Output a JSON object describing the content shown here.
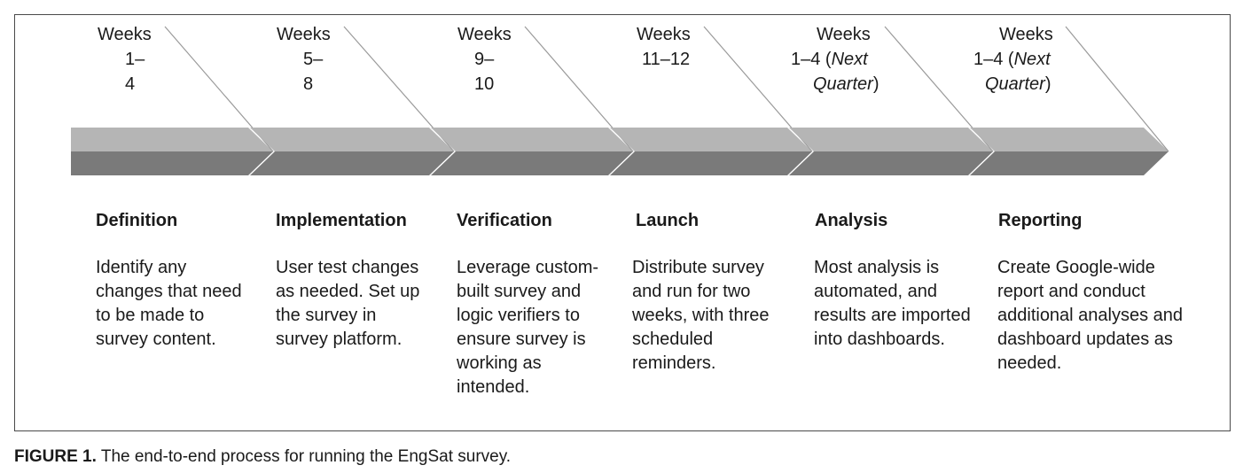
{
  "colors": {
    "band_light": "#b5b5b5",
    "band_dark": "#7a7a7a",
    "diagonal": "#9a9a9a",
    "border": "#4a4a4a"
  },
  "phases": [
    {
      "weeks_line1": "Weeks",
      "weeks_line2": "1–4",
      "weeks_extra": "",
      "weeks_italic": "",
      "weeks_close": "",
      "title": "Definition",
      "desc": "Identify any changes that need to be made to survey content."
    },
    {
      "weeks_line1": "Weeks",
      "weeks_line2": "5–8",
      "weeks_extra": "",
      "weeks_italic": "",
      "weeks_close": "",
      "title": "Implementation",
      "desc": "User test changes as needed. Set up the survey in survey platform."
    },
    {
      "weeks_line1": "Weeks",
      "weeks_line2": "9–10",
      "weeks_extra": "",
      "weeks_italic": "",
      "weeks_close": "",
      "title": "Verification",
      "desc": "Leverage custom-built survey and logic verifiers to ensure survey is working as intended."
    },
    {
      "weeks_line1": "Weeks",
      "weeks_line2": "11–12",
      "weeks_extra": "",
      "weeks_italic": "",
      "weeks_close": "",
      "title": "Launch",
      "desc": "Distribute survey and run for two weeks, with three scheduled reminders."
    },
    {
      "weeks_line1": "Weeks",
      "weeks_line2": "1–4 (",
      "weeks_italic": "Next",
      "weeks_extra": "Quarter",
      "weeks_close": ")",
      "title": "Analysis",
      "desc": "Most analysis is automated, and results are imported into dashboards."
    },
    {
      "weeks_line1": "Weeks",
      "weeks_line2": "1–4 (",
      "weeks_italic": "Next",
      "weeks_extra": "Quarter",
      "weeks_close": ")",
      "title": "Reporting",
      "desc": "Create Google-wide report and conduct additional analyses and dashboard updates as needed."
    }
  ],
  "caption": {
    "label": "FIGURE 1.",
    "text": " The end-to-end process for running the EngSat survey."
  }
}
